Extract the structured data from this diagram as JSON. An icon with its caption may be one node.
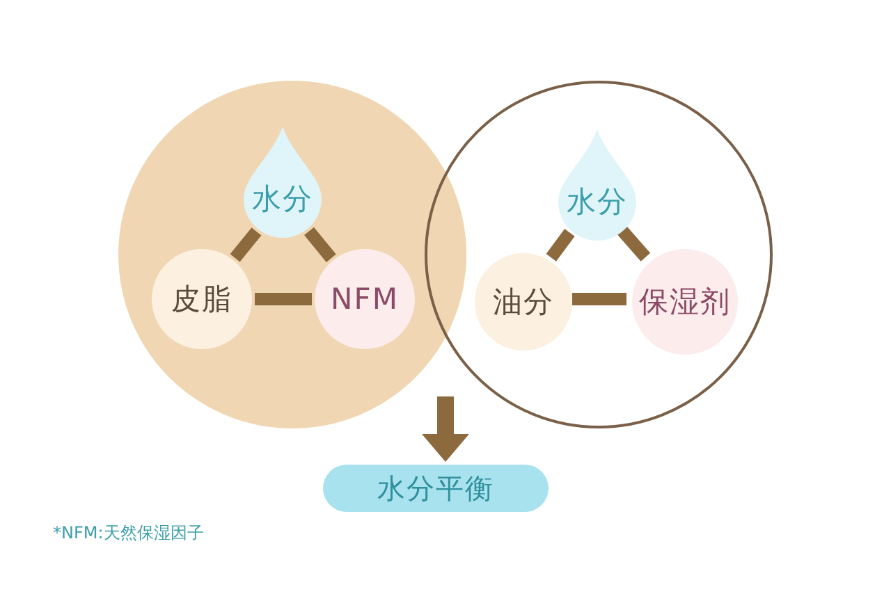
{
  "diagram": {
    "nodes": [
      {
        "text": [],
        "shape": "circle"
      },
      {
        "text": [
          "水分"
        ],
        "in": 0
      },
      {
        "text": [
          "皮脂"
        ],
        "in": 0
      },
      {
        "text": [
          "NFM"
        ],
        "in": 0
      },
      {
        "text": [],
        "shape": "circle"
      },
      {
        "text": [
          "水分"
        ],
        "in": 4
      },
      {
        "text": [
          "油分"
        ],
        "in": 4
      },
      {
        "text": [
          "保湿剂"
        ],
        "in": 4
      },
      {
        "text": [
          "水分平衡"
        ]
      }
    ],
    "edges": [
      {
        "from": 1,
        "to": 2,
        "arrow": "none"
      },
      {
        "from": 1,
        "to": 3,
        "arrow": "none"
      },
      {
        "from": 2,
        "to": 3,
        "arrow": "none"
      },
      {
        "from": 5,
        "to": 6,
        "arrow": "none"
      },
      {
        "from": 5,
        "to": 7,
        "arrow": "none"
      },
      {
        "from": 6,
        "to": 7,
        "arrow": "none"
      },
      {
        "from": null,
        "to": 8,
        "arrow": "to"
      }
    ],
    "labels": [
      "*NFM:天然保湿因子"
    ]
  }
}
